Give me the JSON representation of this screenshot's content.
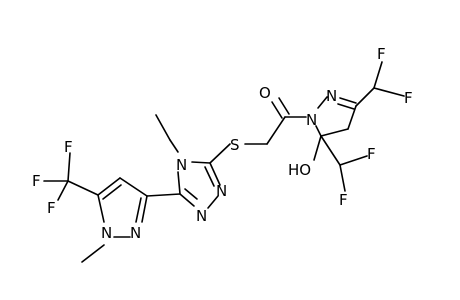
{
  "molecule": {
    "atom_labels": {
      "o_carbonyl": "O",
      "n_pyrazoline_1": "N",
      "n_pyrazoline_2": "N",
      "f_top_1": "F",
      "f_top_2": "F",
      "f_mid_1": "F",
      "f_mid_2": "F",
      "ho": "HO",
      "s": "S",
      "n_triazole_4": "N",
      "n_triazole_2": "N",
      "n_triazole_1": "N",
      "f_cf3_1": "F",
      "f_cf3_2": "F",
      "f_cf3_3": "F",
      "n_pyrazole_2": "N",
      "n_pyrazole_1": "N"
    }
  }
}
